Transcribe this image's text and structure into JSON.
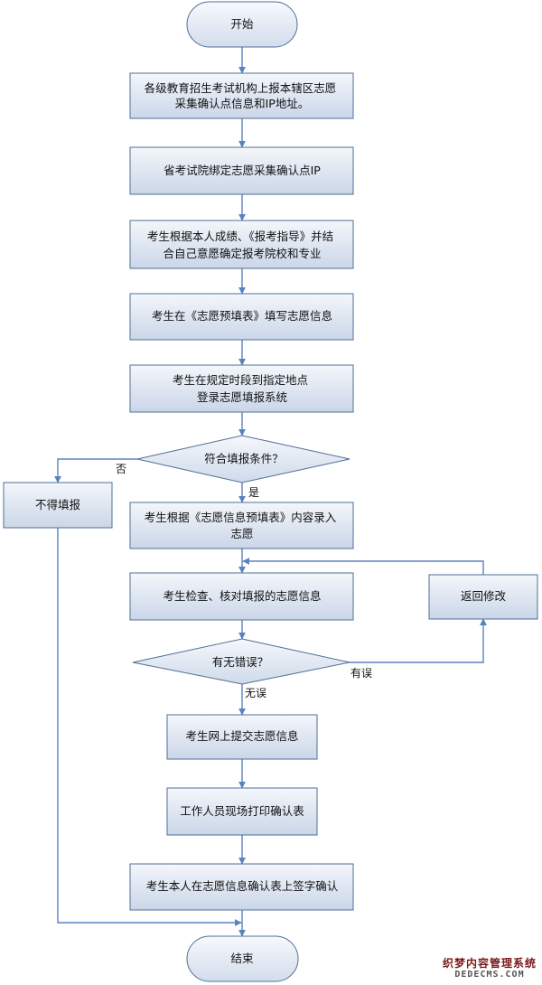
{
  "nodes": {
    "start": [
      "开始"
    ],
    "step1": [
      "各级教育招生考试机构上报本辖区志愿",
      "采集确认点信息和IP地址。"
    ],
    "step2": [
      "省考试院绑定志愿采集确认点IP"
    ],
    "step3": [
      "考生根据本人成绩、《报考指导》并结",
      "合自己意愿确定报考院校和专业"
    ],
    "step4": [
      "考生在《志愿预填表》填写志愿信息"
    ],
    "step5": [
      "考生在规定时段到指定地点",
      "登录志愿填报系统"
    ],
    "decision1": [
      "符合填报条件？"
    ],
    "reject": [
      "不得填报"
    ],
    "step6": [
      "考生根据《志愿信息预填表》内容录入",
      "志愿"
    ],
    "step7": [
      "考生检查、核对填报的志愿信息"
    ],
    "fix": [
      "返回修改"
    ],
    "decision2": [
      "有无错误？"
    ],
    "step8": [
      "考生网上提交志愿信息"
    ],
    "step9": [
      "工作人员现场打印确认表"
    ],
    "step10": [
      "考生本人在志愿信息确认表上签字确认"
    ],
    "end": [
      "结束"
    ]
  },
  "edge_labels": {
    "no1": "否",
    "yes1": "是",
    "has_error": "有误",
    "no_error": "无误"
  },
  "watermark": {
    "line1": "织梦内容管理系统",
    "line2": "DEDECMS.COM"
  },
  "colors": {
    "line": "#5b82c0",
    "border": "#4f6f96",
    "fill_light": "#f3f6fb",
    "fill_dark": "#cdd8e9"
  }
}
